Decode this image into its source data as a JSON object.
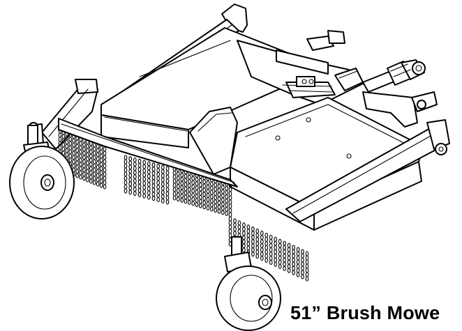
{
  "caption": "51” Brush Mowe",
  "illustration": {
    "subject": "brush-mower-deck",
    "style": "black line art on white"
  },
  "colors": {
    "line": "#000000",
    "background": "#ffffff"
  }
}
